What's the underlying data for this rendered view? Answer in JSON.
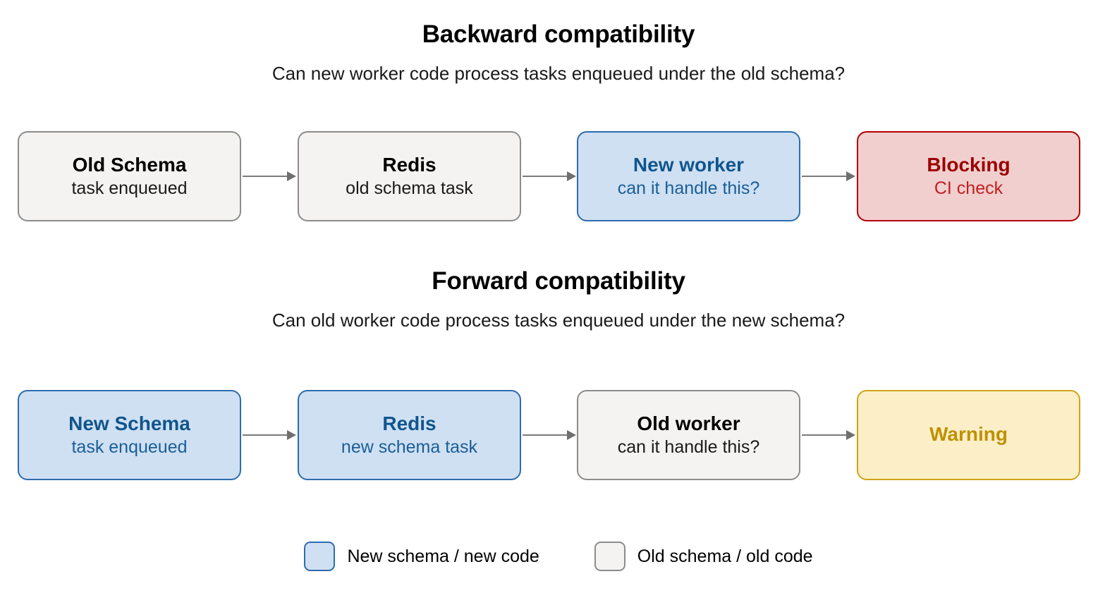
{
  "sections": [
    {
      "id": "backward",
      "title": "Backward compatibility",
      "subtitle": "Can new worker code process tasks enqueued under the old schema?",
      "nodes": [
        {
          "title": "Old Schema",
          "sub": "task enqueued",
          "variant": "grey"
        },
        {
          "title": "Redis",
          "sub": "old schema task",
          "variant": "grey"
        },
        {
          "title": "New worker",
          "sub": "can it handle this?",
          "variant": "blue"
        },
        {
          "title": "Blocking",
          "sub": "CI check",
          "variant": "red"
        }
      ]
    },
    {
      "id": "forward",
      "title": "Forward compatibility",
      "subtitle": "Can old worker code process tasks enqueued under the new schema?",
      "nodes": [
        {
          "title": "New Schema",
          "sub": "task enqueued",
          "variant": "blue"
        },
        {
          "title": "Redis",
          "sub": "new schema task",
          "variant": "blue"
        },
        {
          "title": "Old worker",
          "sub": "can it handle this?",
          "variant": "grey"
        },
        {
          "title": "Warning",
          "sub": "",
          "variant": "yellow"
        }
      ]
    }
  ],
  "legend": [
    {
      "label": "New schema / new code",
      "variant": "blue"
    },
    {
      "label": "Old schema / old code",
      "variant": "grey"
    }
  ],
  "colors": {
    "blue_fill": "#cfe0f3",
    "blue_border": "#2e6cad",
    "blue_text": "#10558d",
    "grey_fill": "#f4f3f1",
    "grey_border": "#8c8c8c",
    "red_fill": "#f2cfcf",
    "red_border": "#b30000",
    "red_text": "#9b0000",
    "yellow_fill": "#fcefc8",
    "yellow_border": "#d1a319",
    "yellow_text": "#bf9000",
    "arrow": "#7a7a7a"
  }
}
